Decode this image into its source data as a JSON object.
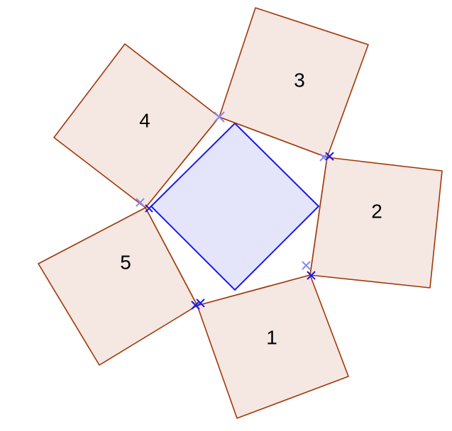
{
  "colors": {
    "outer_square_fill": "#f5e7e2",
    "outer_square_stroke": "#a0380a",
    "center_square_fill": "#e4e4fb",
    "center_square_stroke": "#1a1ae6",
    "tick_dark": "#1a1ae6",
    "tick_light": "#8a8af0"
  },
  "squares": [
    {
      "id": "1",
      "label": "1"
    },
    {
      "id": "2",
      "label": "2"
    },
    {
      "id": "3",
      "label": "3"
    },
    {
      "id": "4",
      "label": "4"
    },
    {
      "id": "5",
      "label": "5"
    }
  ]
}
